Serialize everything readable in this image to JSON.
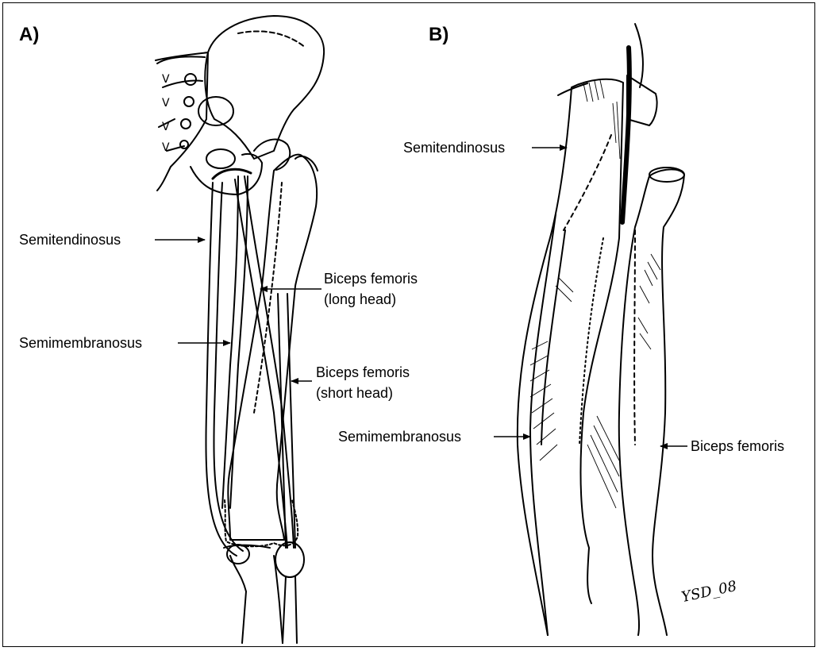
{
  "panels": {
    "a": {
      "label": "A)",
      "labels": {
        "semitendinosus": "Semitendinosus",
        "semimembranosus": "Semimembranosus",
        "biceps_long_1": "Biceps femoris",
        "biceps_long_2": "(long head)",
        "biceps_short_1": "Biceps femoris",
        "biceps_short_2": "(short head)"
      }
    },
    "b": {
      "label": "B)",
      "labels": {
        "semitendinosus": "Semitendinosus",
        "semimembranosus": "Semimembranosus",
        "biceps_femoris": "Biceps femoris"
      }
    }
  },
  "signature": "YSD_08"
}
